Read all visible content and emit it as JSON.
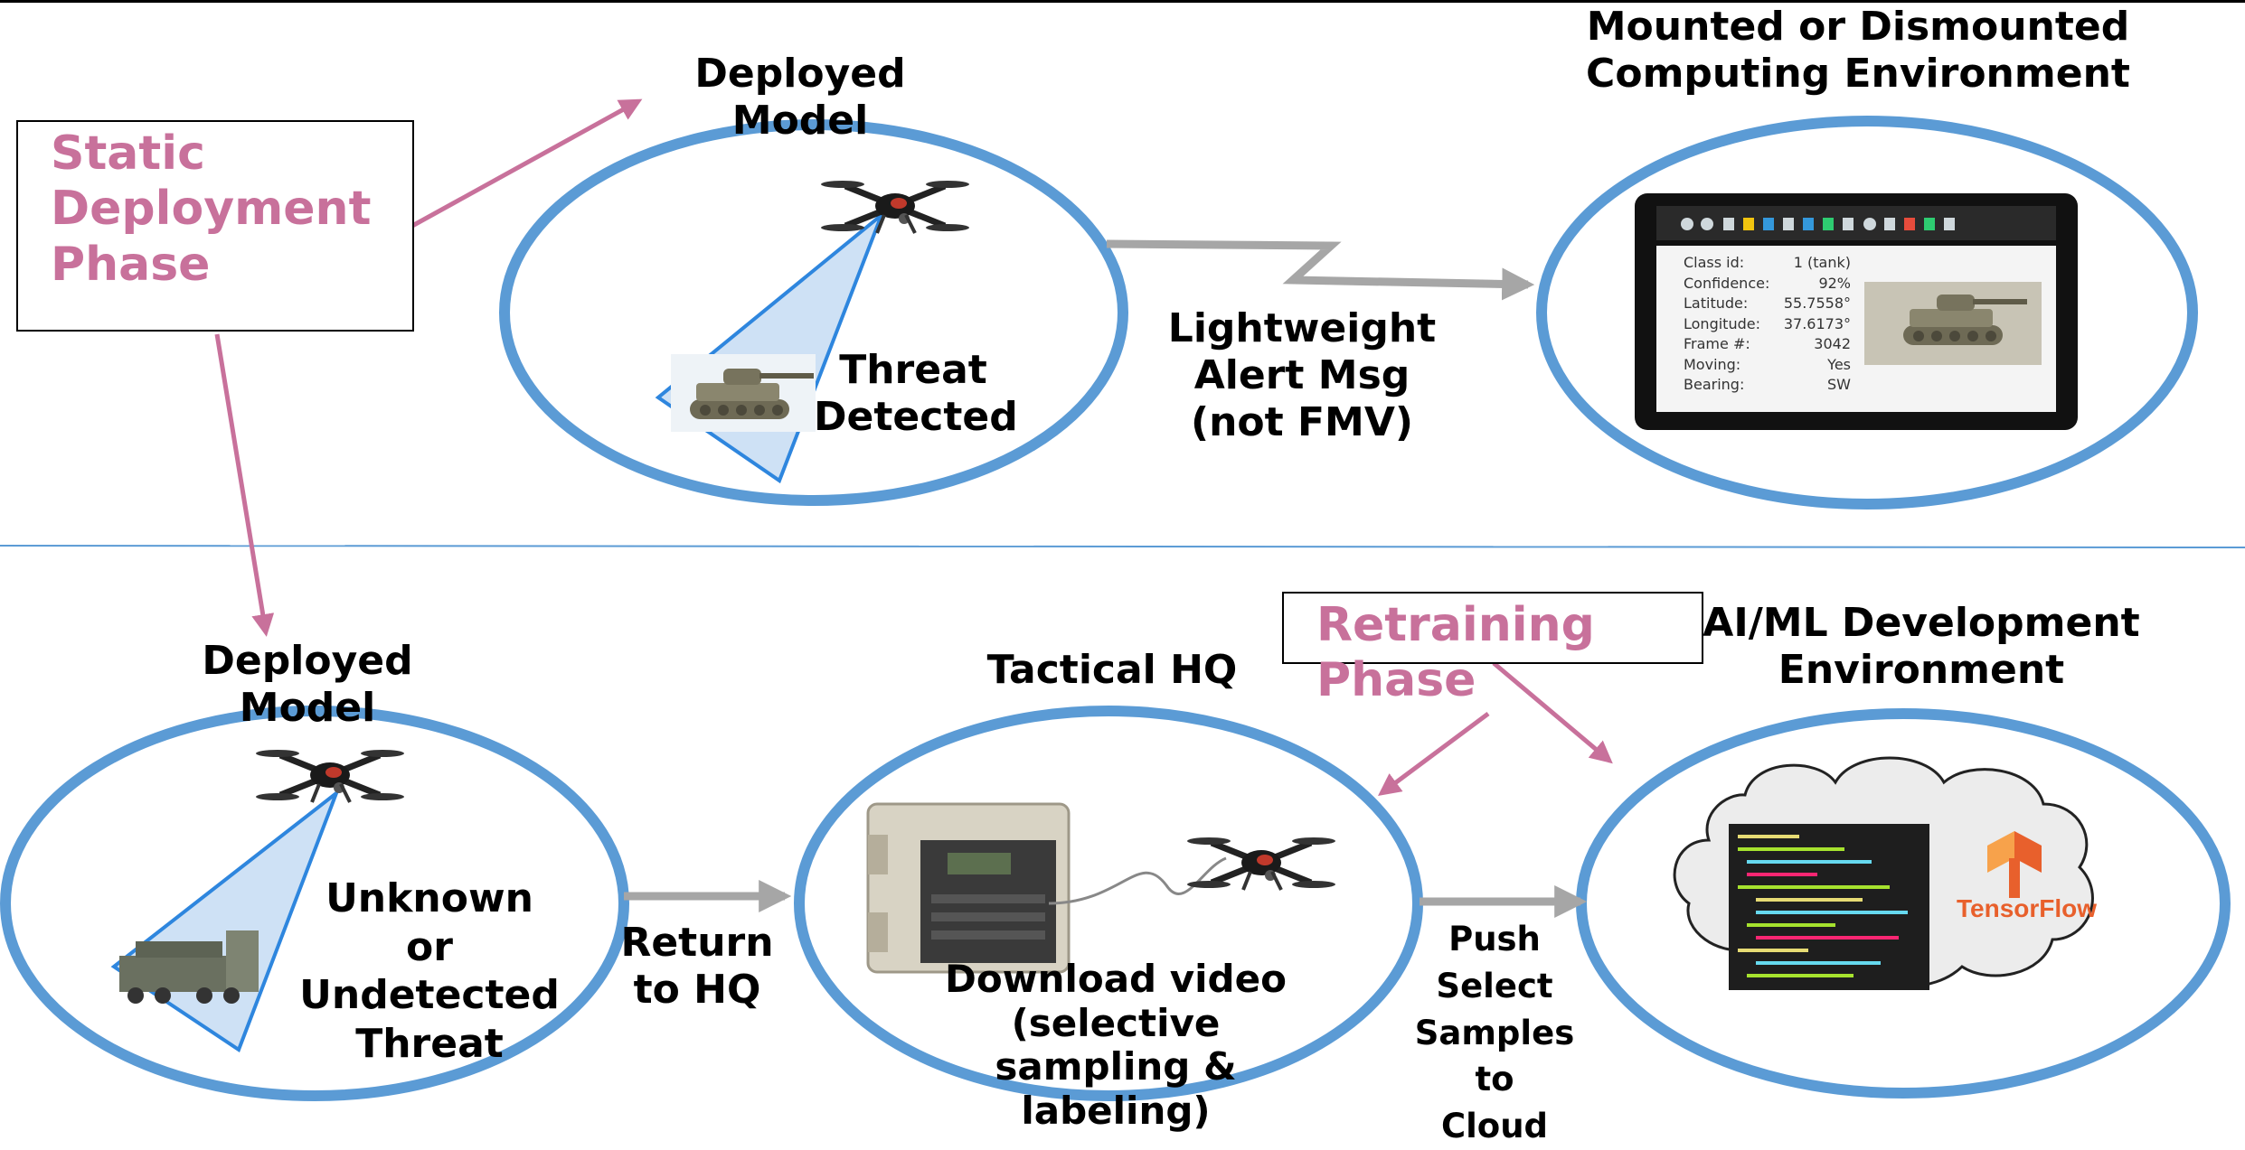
{
  "top_row": {
    "static_phase_label": "Static\nDeployment\nPhase",
    "deployed_model_title": "Deployed Model",
    "threat_detected_label": "Threat\nDetected",
    "alert_msg_label": "Lightweight\nAlert Msg\n(not FMV)",
    "mounted_env_title": "Mounted or Dismounted\nComputing Environment"
  },
  "tablet": {
    "rows": [
      {
        "key": "Class id:",
        "value": "1 (tank)"
      },
      {
        "key": "Confidence:",
        "value": "92%"
      },
      {
        "key": "Latitude:",
        "value": "55.7558°"
      },
      {
        "key": "Longitude:",
        "value": "37.6173°"
      },
      {
        "key": "Frame #:",
        "value": "3042"
      },
      {
        "key": "Moving:",
        "value": "Yes"
      },
      {
        "key": "Bearing:",
        "value": "SW"
      }
    ]
  },
  "bottom_row": {
    "deployed_model_title": "Deployed Model",
    "unknown_threat_label": "Unknown\nor\nUndetected\nThreat",
    "return_hq_label": "Return\nto HQ",
    "tactical_hq_title": "Tactical HQ",
    "download_video_label": "Download video\n(selective sampling &\nlabeling)",
    "retraining_phase_label": "Retraining\nPhase",
    "push_samples_label": "Push\nSelect\nSamples\nto\nCloud",
    "aiml_env_title": "AI/ML Development\nEnvironment",
    "tensorflow_label": "TensorFlow"
  },
  "colors": {
    "ellipse_stroke": "#5b9bd5",
    "phase_text": "#c8719b",
    "phase_arrow": "#c8719b",
    "flow_arrow": "#a6a6a6",
    "divider": "#5b9bd5",
    "cone_fill": "#bdd7f2",
    "cone_stroke": "#2e86de"
  },
  "icons": [
    "drone-icon",
    "tank-icon",
    "rugged-server-icon",
    "cloud-icon",
    "tensorflow-logo-icon"
  ]
}
